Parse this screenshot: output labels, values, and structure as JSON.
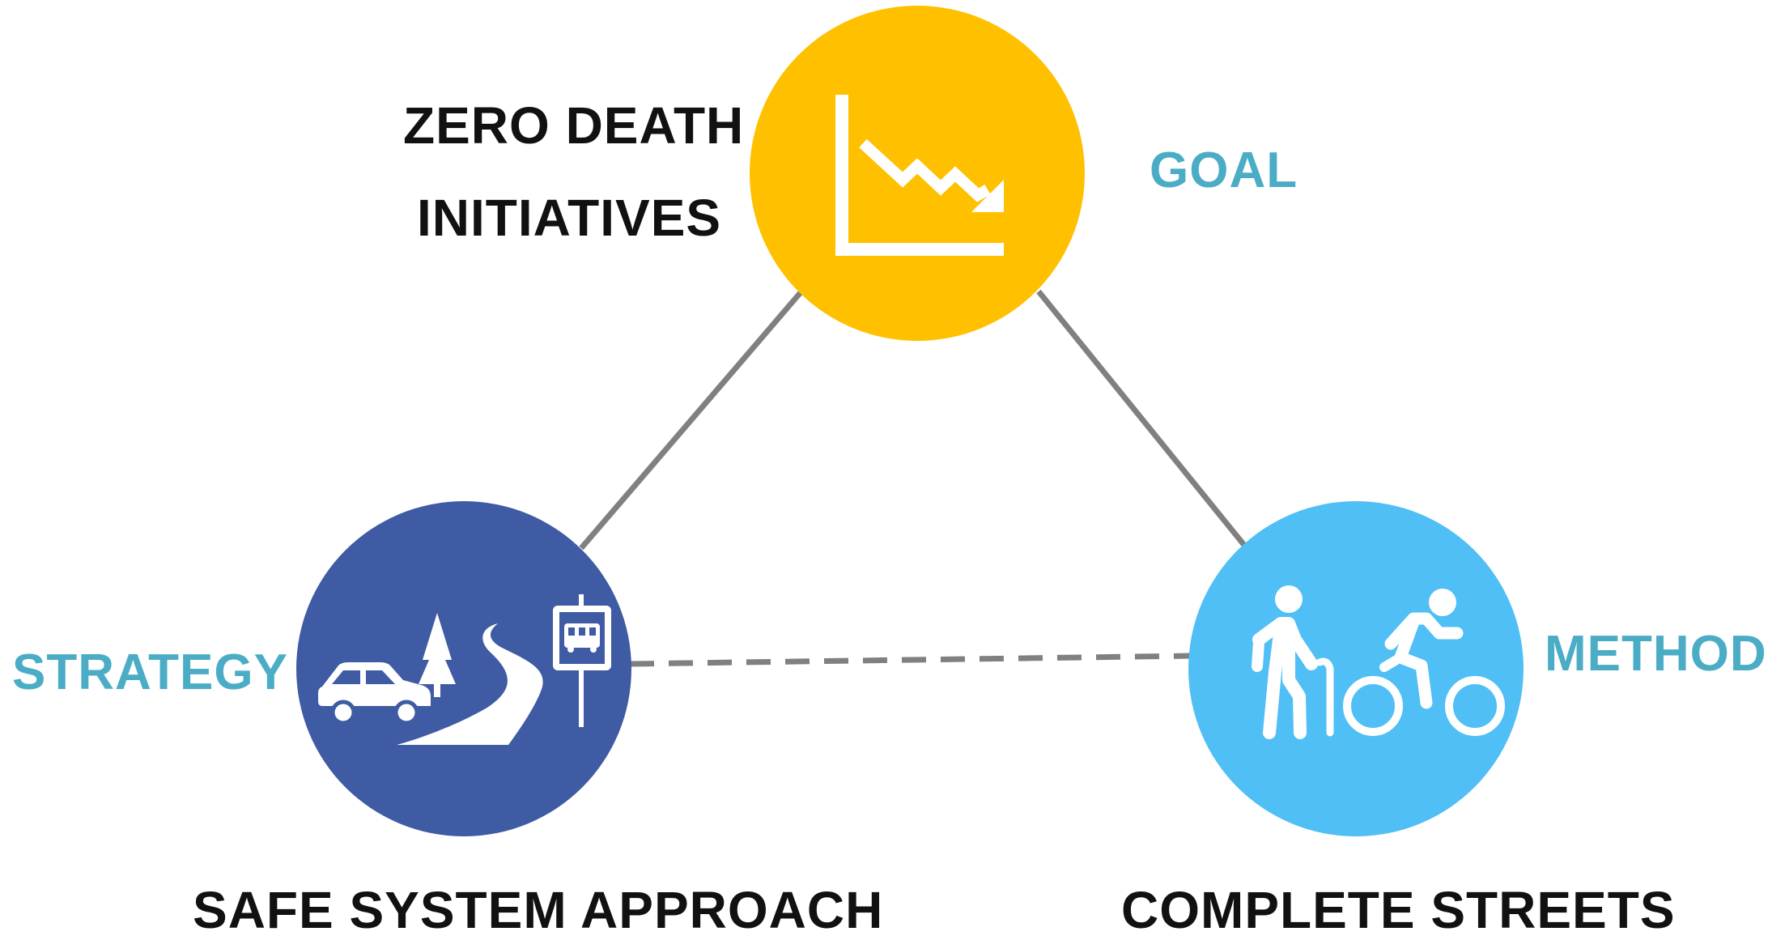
{
  "goal": {
    "title_line1": "ZERO DEATH",
    "title_line2": "INITIATIVES",
    "role": "GOAL",
    "circle_color": "#ffc000",
    "icon": "declining-chart-icon"
  },
  "strategy": {
    "title": "SAFE SYSTEM APPROACH",
    "role": "STRATEGY",
    "circle_color": "#3e5ba3",
    "icon": "car-road-bus-stop-icon"
  },
  "method": {
    "title": "COMPLETE STREETS",
    "role": "METHOD",
    "circle_color": "#4fbff5",
    "icon": "pedestrian-cyclist-icon"
  },
  "colors": {
    "connector": "#808080",
    "role_text": "#4bacc6",
    "title_text": "#111111"
  }
}
